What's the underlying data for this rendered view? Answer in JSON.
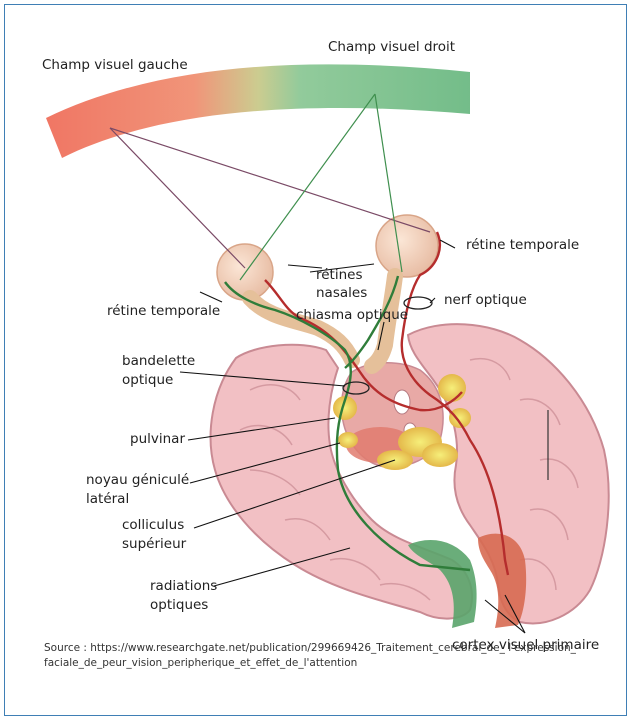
{
  "labels": {
    "left_field": "Champ visuel gauche",
    "right_field": "Champ visuel droit",
    "temporal_retina_right": "rétine temporale",
    "temporal_retina_left": "rétine temporale",
    "nasal_retinas_1": "rétines",
    "nasal_retinas_2": "nasales",
    "optic_nerve": "nerf optique",
    "optic_chiasm": "chiasma optique",
    "optic_tract_1": "bandelette",
    "optic_tract_2": "optique",
    "pulvinar": "pulvinar",
    "lgn_1": "noyau géniculé",
    "lgn_2": "latéral",
    "colliculus_1": "colliculus",
    "colliculus_2": "supérieur",
    "radiations_1": "radiations",
    "radiations_2": "optiques",
    "primary_cortex": "cortex visuel primaire"
  },
  "source": {
    "line1": "Source : https://www.researchgate.net/publication/299669426_Traitement_cerebral_de_ l'expression_",
    "line2": "faciale_de_peur_vision_peripherique_et_effet_de_l'attention"
  },
  "colors": {
    "left_field": "#ef7f6a",
    "right_field": "#6dbb83",
    "red_path": "#b52d2d",
    "green_path": "#2f7d3a",
    "brain": "#f2c0c4",
    "brain_edge": "#c98a93",
    "frame": "#3f7fb5"
  }
}
